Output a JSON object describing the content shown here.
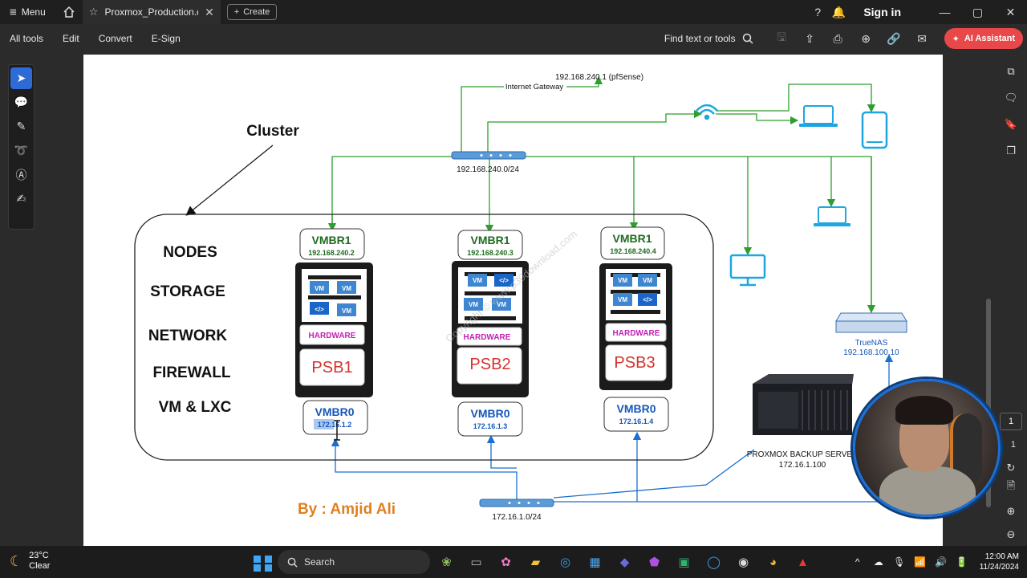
{
  "titlebar": {
    "menu_label": "Menu",
    "tab_label": "Proxmox_Production.dr...",
    "create_label": "Create",
    "signin_label": "Sign in"
  },
  "toolbar": {
    "items": [
      "All tools",
      "Edit",
      "Convert",
      "E-Sign"
    ],
    "find_label": "Find text or tools",
    "ai_label": "AI Assistant"
  },
  "pagination": {
    "current": "1",
    "total": "1"
  },
  "diagram": {
    "title": "Cluster",
    "features": [
      "NODES",
      "STORAGE",
      "NETWORK",
      "FIREWALL",
      "VM & LXC"
    ],
    "gateway_ip": "192.168.240.1 (pfSense)",
    "gateway_label": "Internet Gateway",
    "lan_subnet": "192.168.240.0/24",
    "nodes": [
      {
        "vmbr1": "VMBR1",
        "vmbr1_ip": "192.168.240.2",
        "hardware": "HARDWARE",
        "name": "PSB1",
        "vmbr0": "VMBR0",
        "vmbr0_ip": "172.16.1.2",
        "vms": [
          "VM",
          "VM",
          "</>",
          "VM"
        ]
      },
      {
        "vmbr1": "VMBR1",
        "vmbr1_ip": "192.168.240.3",
        "hardware": "HARDWARE",
        "name": "PSB2",
        "vmbr0": "VMBR0",
        "vmbr0_ip": "172.16.1.3",
        "vms": [
          "VM",
          "</>",
          "VM",
          "VM"
        ]
      },
      {
        "vmbr1": "VMBR1",
        "vmbr1_ip": "192.168.240.4",
        "hardware": "HARDWARE",
        "name": "PSB3",
        "vmbr0": "VMBR0",
        "vmbr0_ip": "172.16.1.4",
        "vms": [
          "VM",
          "VM",
          "VM",
          "</>"
        ]
      }
    ],
    "truenas_label": "TrueNAS",
    "truenas_ip": "192.168.100.10",
    "pbs_label": "PROXMOX BACKUP SERVER",
    "pbs_ip": "172.16.1.100",
    "storage_subnet": "172.16.1.0/24",
    "author": "By : Amjid Ali",
    "watermark": "Copyright © www.p30download.com"
  },
  "taskbar": {
    "temperature": "23°C",
    "condition": "Clear",
    "search_placeholder": "Search",
    "time": "12:00 AM",
    "date": "11/24/2024"
  },
  "colors": {
    "green_line": "#2e9e2e",
    "blue_line": "#1a6fd1",
    "vmbr1_text": "#1f6b1f",
    "vmbr0_text": "#1557b8",
    "psb_text": "#d6322f",
    "hardware_text": "#c21fb4",
    "author_text": "#e0801f",
    "accent": "#e8484a"
  }
}
